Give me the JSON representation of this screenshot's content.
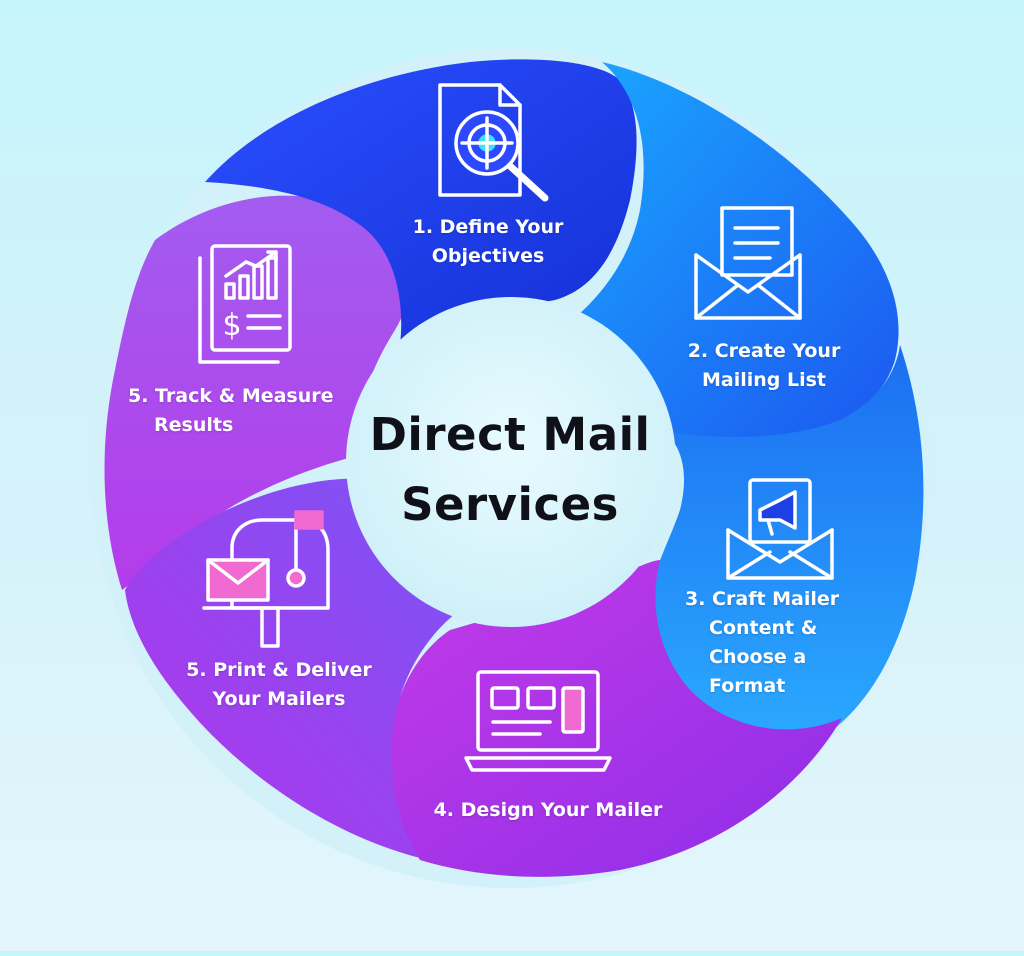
{
  "title": {
    "line1": "Direct Mail",
    "line2": "Services"
  },
  "steps": [
    {
      "lines": [
        "1. Define Your",
        "Objectives"
      ],
      "icon": "target-document-icon"
    },
    {
      "lines": [
        "2. Create Your",
        "Mailing List"
      ],
      "icon": "envelope-list-icon"
    },
    {
      "lines": [
        "3. Craft Mailer",
        "Content &",
        "Choose a",
        "Format"
      ],
      "icon": "megaphone-envelope-icon"
    },
    {
      "lines": [
        "4. Design Your Mailer"
      ],
      "icon": "laptop-layout-icon"
    },
    {
      "lines": [
        "5. Print & Deliver",
        "Your Mailers"
      ],
      "icon": "mailbox-icon"
    },
    {
      "lines": [
        "5. Track & Measure",
        "Results"
      ],
      "icon": "report-chart-icon"
    }
  ],
  "colors": {
    "background": "#cff3fb",
    "blue_dark": "#1f3fe6",
    "blue_mid": "#1b7ff0",
    "blue_light": "#2aa8ff",
    "violet": "#8a3df0",
    "magenta": "#b130e8",
    "purple": "#9b4df2",
    "center": "#d9f4fb",
    "icon_line": "#ffffff",
    "accent_cyan": "#3ee0ff",
    "accent_pink": "#f06ad2"
  }
}
